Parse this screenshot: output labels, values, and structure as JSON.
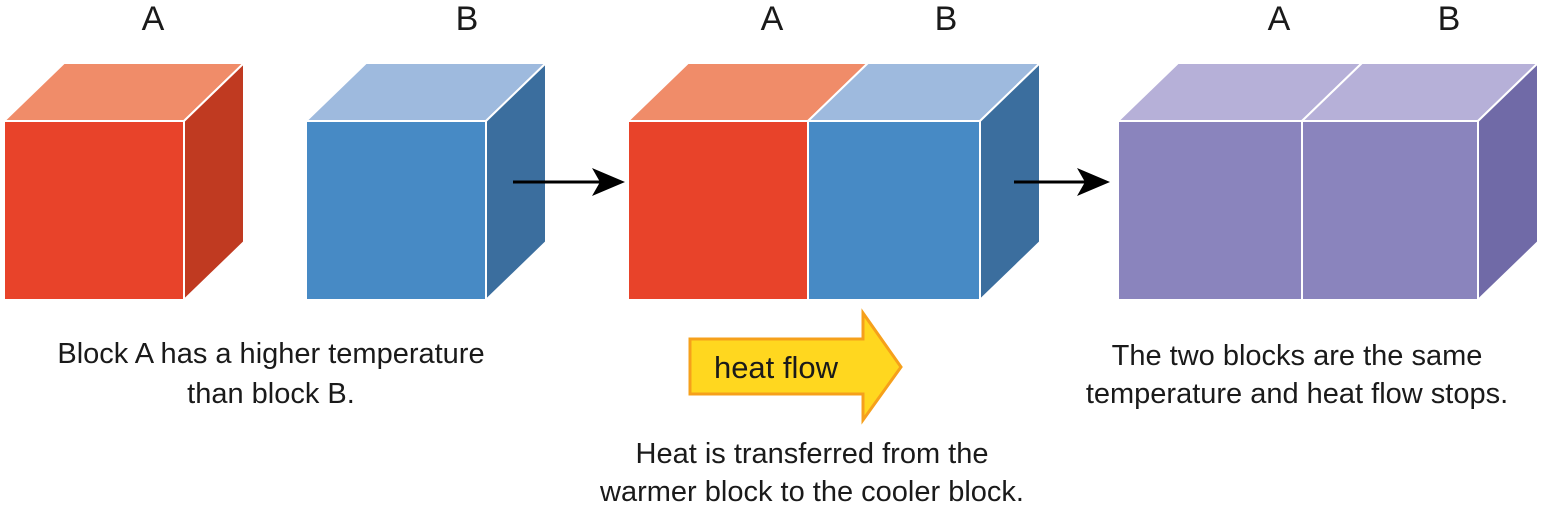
{
  "stage1": {
    "block_a_label": "A",
    "block_b_label": "B",
    "caption_line1": "Block A has a higher temperature",
    "caption_line2": "than block B."
  },
  "stage2": {
    "block_a_label": "A",
    "block_b_label": "B",
    "heat_flow_label": "heat flow",
    "caption_line1": "Heat is transferred from the",
    "caption_line2": "warmer block to the cooler block."
  },
  "stage3": {
    "block_a_label": "A",
    "block_b_label": "B",
    "caption_line1": "The two blocks are the same",
    "caption_line2": "temperature and heat flow stops."
  },
  "colors": {
    "hot_block_front": "#e8432a",
    "hot_block_top": "#f08c69",
    "hot_block_side": "#c03a21",
    "cold_block_front": "#478ac5",
    "cold_block_top": "#9ebade",
    "cold_block_side": "#3b6e9e",
    "equal_block_front": "#8a84bd",
    "equal_block_top": "#b6b0d8",
    "equal_block_side": "#706aa7",
    "heat_arrow_fill": "#ffd71f",
    "heat_arrow_border": "#f6a01b",
    "transition_arrow": "#000000",
    "text": "#1a1a1a",
    "background": "#ffffff"
  }
}
